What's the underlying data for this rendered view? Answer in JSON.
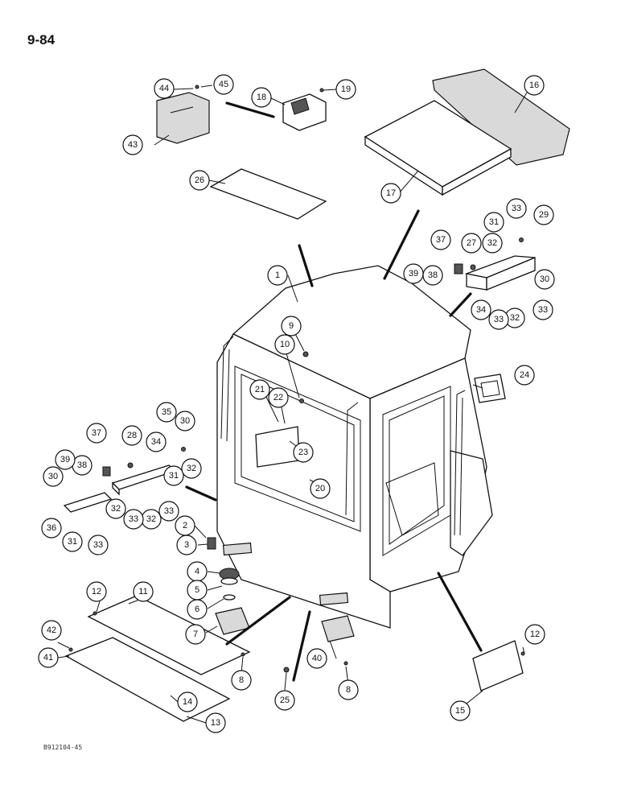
{
  "page_number": "9-84",
  "document_code": "B912104-45",
  "callouts": [
    {
      "label": "1"
    },
    {
      "label": "2"
    },
    {
      "label": "3"
    },
    {
      "label": "4"
    },
    {
      "label": "5"
    },
    {
      "label": "6"
    },
    {
      "label": "7"
    },
    {
      "label": "8"
    },
    {
      "label": "8"
    },
    {
      "label": "9"
    },
    {
      "label": "10"
    },
    {
      "label": "11"
    },
    {
      "label": "12"
    },
    {
      "label": "12"
    },
    {
      "label": "13"
    },
    {
      "label": "14"
    },
    {
      "label": "15"
    },
    {
      "label": "16"
    },
    {
      "label": "17"
    },
    {
      "label": "18"
    },
    {
      "label": "19"
    },
    {
      "label": "20"
    },
    {
      "label": "21"
    },
    {
      "label": "22"
    },
    {
      "label": "23"
    },
    {
      "label": "24"
    },
    {
      "label": "25"
    },
    {
      "label": "26"
    },
    {
      "label": "27"
    },
    {
      "label": "28"
    },
    {
      "label": "29"
    },
    {
      "label": "30"
    },
    {
      "label": "30"
    },
    {
      "label": "30"
    },
    {
      "label": "31"
    },
    {
      "label": "31"
    },
    {
      "label": "31"
    },
    {
      "label": "32"
    },
    {
      "label": "32"
    },
    {
      "label": "32"
    },
    {
      "label": "32"
    },
    {
      "label": "32"
    },
    {
      "label": "33"
    },
    {
      "label": "33"
    },
    {
      "label": "33"
    },
    {
      "label": "33"
    },
    {
      "label": "33"
    },
    {
      "label": "33"
    },
    {
      "label": "34"
    },
    {
      "label": "34"
    },
    {
      "label": "35"
    },
    {
      "label": "36"
    },
    {
      "label": "37"
    },
    {
      "label": "37"
    },
    {
      "label": "38"
    },
    {
      "label": "38"
    },
    {
      "label": "39"
    },
    {
      "label": "39"
    },
    {
      "label": "40"
    },
    {
      "label": "41"
    },
    {
      "label": "42"
    },
    {
      "label": "43"
    },
    {
      "label": "44"
    },
    {
      "label": "45"
    }
  ]
}
